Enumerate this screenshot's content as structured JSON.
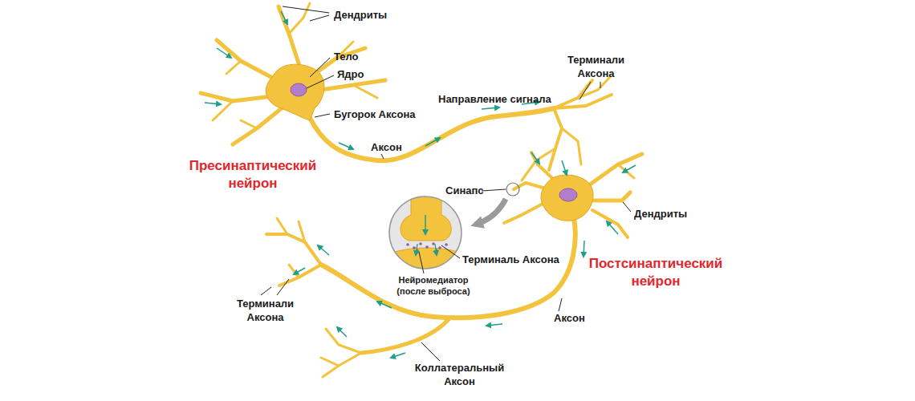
{
  "diagram": {
    "labels": [
      "Дендриты",
      "Тело",
      "Ядро",
      "Терминали Аксона",
      "Направление сигнала",
      "Бугорок Аксона",
      "Аксон",
      "Пресинаптический нейрон",
      "Синапс",
      "Дендриты",
      "Терминаль Аксона",
      "Постсинаптический нейрон",
      "Нейромедиатор (после выброса)",
      "Терминали Аксона",
      "Аксон",
      "Коллатеральный Аксон"
    ]
  }
}
